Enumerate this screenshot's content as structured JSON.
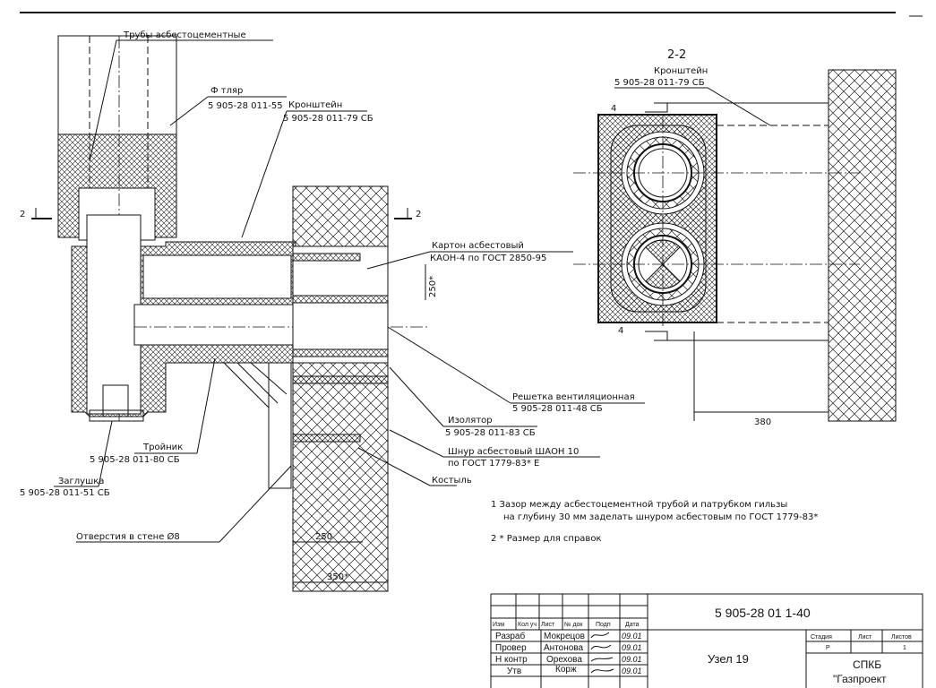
{
  "drawing": {
    "labels": {
      "pipes": "Трубы асбестоцементные",
      "sleeve_title": "Ф тляр",
      "sleeve_code": "5 905-28 011-55",
      "bracket_title": "Кронштейн",
      "bracket_code": "5 905-28 011-79 СБ",
      "cardboard_title": "Картон асбестовый",
      "cardboard_spec": "КАОН-4 по ГОСТ 2850-95",
      "grille_title": "Решетка вентиляционная",
      "grille_code": "5 905-28 011-48 СБ",
      "insulator_title": "Изолятор",
      "insulator_code": "5 905-28 011-83 СБ",
      "cord_title": "Шнур асбестовый ШАОН 10",
      "cord_spec": "по ГОСТ 1779-83* Е",
      "crutch": "Костыль",
      "tee_title": "Тройник",
      "tee_code": "5 905-28 011-80 СБ",
      "plug_title": "Заглушка",
      "plug_code": "5 905-28 011-51 СБ",
      "holes": "Отверстия в стене Ø8",
      "section_mark": "2",
      "section_title": "2-2",
      "right_bracket_title": "Кронштейн",
      "right_bracket_code": "5 905-28 011-79 СБ",
      "mark_4": "4"
    },
    "dimensions": {
      "d250_star": "250*",
      "d250": "250",
      "d350": "350*",
      "d380": "380"
    },
    "notes": [
      "1  Зазор между асбестоцементной трубой и патрубком гильзы",
      "на глубину 30 мм заделать шнуром асбестовым по ГОСТ 1779-83*",
      "2  * Размер для справок"
    ]
  },
  "title_block": {
    "headers": [
      "Изм",
      "Кол уч",
      "Лист",
      "№ док",
      "Подп",
      "Дата"
    ],
    "rows": [
      {
        "role": "Разраб",
        "name": "Мокрецов",
        "date": "09.01"
      },
      {
        "role": "Провер",
        "name": "Антонова",
        "date": "09.01"
      },
      {
        "role": "Н контр",
        "name": "Орехова",
        "date": "09.01"
      },
      {
        "role": "Утв",
        "name": "Корж",
        "date": "09.01"
      }
    ],
    "doc_code": "5 905-28 01 1-40",
    "name": "Узел 19",
    "stage_header": "Стадия",
    "sheet_header": "Лист",
    "sheets_header": "Листов",
    "stage": "Р",
    "sheet": "",
    "sheets": "1",
    "org1": "СПКБ",
    "org2": "\"Газпроект"
  }
}
